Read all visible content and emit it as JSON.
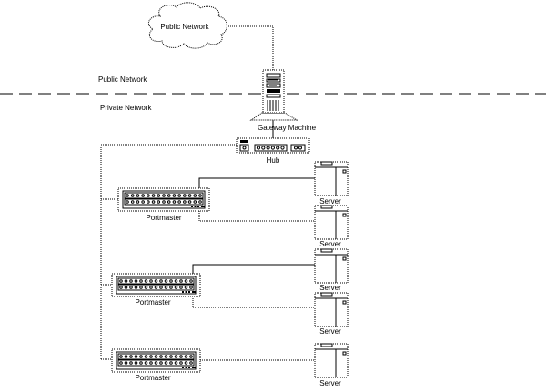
{
  "diagram": {
    "title": "Network topology",
    "zones": {
      "public_label": "Public Network",
      "private_label": "Private Network"
    },
    "cloud": {
      "label": "Public Network"
    },
    "gateway": {
      "label": "Gateway Machine"
    },
    "hub": {
      "label": "Hub"
    },
    "portmasters": [
      {
        "label": "Portmaster"
      },
      {
        "label": "Portmaster"
      },
      {
        "label": "Portmaster"
      }
    ],
    "servers": [
      {
        "label": "Server"
      },
      {
        "label": "Server"
      },
      {
        "label": "Server"
      },
      {
        "label": "Server"
      },
      {
        "label": "Server"
      }
    ],
    "connections": [
      [
        "cloud",
        "gateway"
      ],
      [
        "gateway",
        "hub"
      ],
      [
        "hub",
        "portmaster-1"
      ],
      [
        "hub",
        "portmaster-2"
      ],
      [
        "hub",
        "portmaster-3"
      ],
      [
        "portmaster-1",
        "server-1"
      ],
      [
        "portmaster-1",
        "server-2"
      ],
      [
        "portmaster-2",
        "server-3"
      ],
      [
        "portmaster-2",
        "server-4"
      ],
      [
        "portmaster-3",
        "server-5"
      ]
    ]
  }
}
